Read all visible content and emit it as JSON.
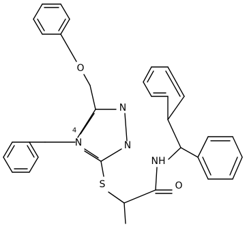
{
  "structure": {
    "atom_labels": {
      "ether_oxygen": "O",
      "triazole_n1": "N",
      "triazole_n2": "N",
      "triazole_n4": "N",
      "triazole_n4_locant": "4",
      "thioether_sulfur": "S",
      "amide_nh": "NH",
      "carbonyl_oxygen": "O"
    },
    "bond_color": "#000000",
    "label_color": "#000000",
    "background": "#ffffff"
  }
}
